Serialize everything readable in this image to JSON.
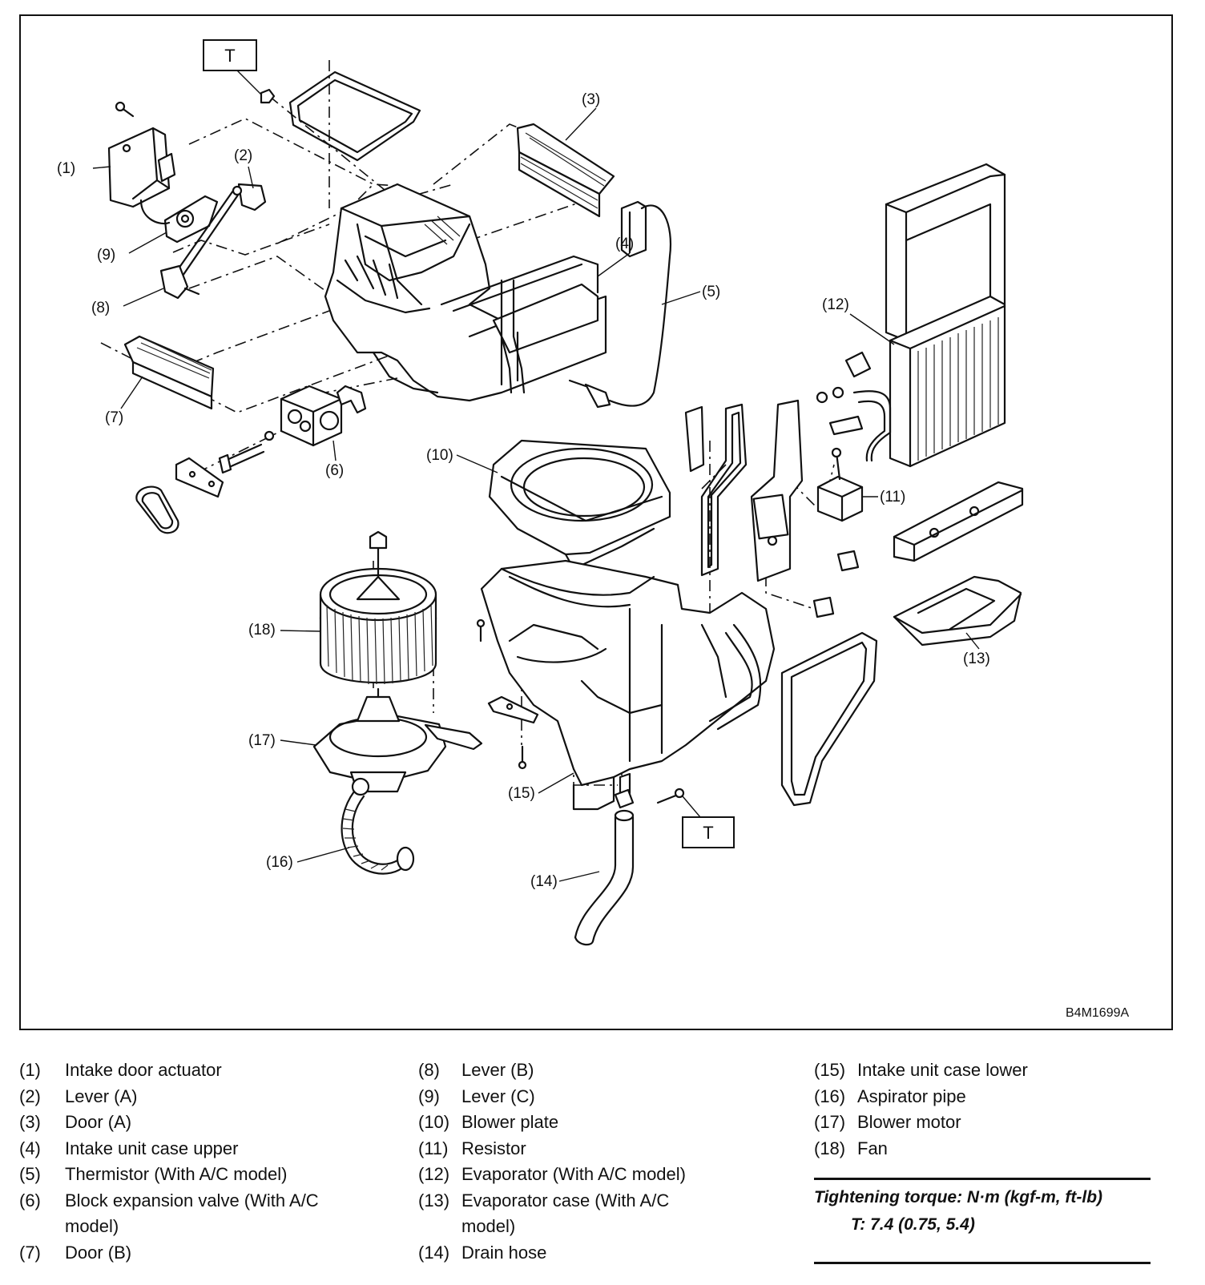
{
  "figure": {
    "code": "B4M1699A",
    "torque_box_label": "T",
    "callouts": [
      "(1)",
      "(2)",
      "(3)",
      "(4)",
      "(5)",
      "(6)",
      "(7)",
      "(8)",
      "(9)",
      "(10)",
      "(11)",
      "(12)",
      "(13)",
      "(14)",
      "(15)",
      "(16)",
      "(17)",
      "(18)"
    ]
  },
  "legend": {
    "items": [
      {
        "num": "(1)",
        "text": "Intake door actuator"
      },
      {
        "num": "(2)",
        "text": "Lever (A)"
      },
      {
        "num": "(3)",
        "text": "Door (A)"
      },
      {
        "num": "(4)",
        "text": "Intake unit case upper"
      },
      {
        "num": "(5)",
        "text": "Thermistor (With A/C model)"
      },
      {
        "num": "(6)",
        "text": "Block expansion valve (With A/C model)"
      },
      {
        "num": "(7)",
        "text": "Door (B)"
      },
      {
        "num": "(8)",
        "text": "Lever (B)"
      },
      {
        "num": "(9)",
        "text": "Lever (C)"
      },
      {
        "num": "(10)",
        "text": "Blower plate"
      },
      {
        "num": "(11)",
        "text": "Resistor"
      },
      {
        "num": "(12)",
        "text": "Evaporator (With A/C model)"
      },
      {
        "num": "(13)",
        "text": "Evaporator case (With A/C model)"
      },
      {
        "num": "(14)",
        "text": "Drain hose"
      },
      {
        "num": "(15)",
        "text": "Intake unit case lower"
      },
      {
        "num": "(16)",
        "text": "Aspirator pipe"
      },
      {
        "num": "(17)",
        "text": "Blower motor"
      },
      {
        "num": "(18)",
        "text": "Fan"
      }
    ]
  },
  "torque": {
    "title": "Tightening torque: N·m (kgf-m, ft-lb)",
    "value": "T: 7.4 (0.75, 5.4)"
  }
}
